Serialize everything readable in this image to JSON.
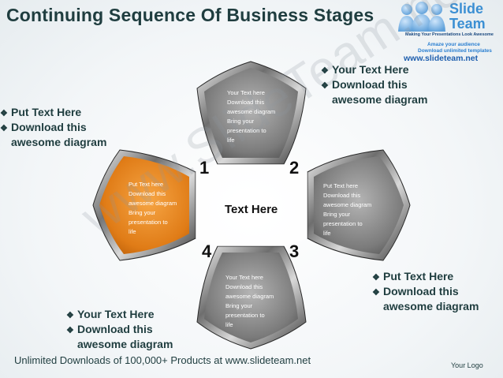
{
  "title": "Continuing Sequence Of Business Stages",
  "logo": {
    "brand_line1": "Slide",
    "brand_line2": "Team",
    "tagline": "Making Your Presentations Look Awesome",
    "promo1": "Amaze your audience",
    "promo2": "Download unlimited templates",
    "site": "www.slideteam.net"
  },
  "callouts": {
    "top_right": {
      "b1": "Your Text Here",
      "b2": "Download this",
      "cont": "awesome diagram"
    },
    "left": {
      "b1": "Put Text Here",
      "b2": "Download this",
      "cont": "awesome diagram"
    },
    "right": {
      "b1": "Put Text Here",
      "b2": "Download this",
      "cont": "awesome diagram"
    },
    "bottom_left": {
      "b1": "Your Text Here",
      "b2": "Download this",
      "cont": "awesome diagram"
    }
  },
  "stages": {
    "top": {
      "l1": "Your Text here",
      "l2": "Download this",
      "l3": "awesome diagram",
      "l4": "Bring your",
      "l5": "presentation to",
      "l6": "life"
    },
    "left": {
      "l1": "Put Text here",
      "l2": "Download this",
      "l3": "awesome diagram",
      "l4": "Bring your",
      "l5": "presentation to",
      "l6": "life"
    },
    "right": {
      "l1": "Put Text here",
      "l2": "Download this",
      "l3": "awesome diagram",
      "l4": "Bring your",
      "l5": "presentation to",
      "l6": "life"
    },
    "bottom": {
      "l1": "Your Text here",
      "l2": "Download this",
      "l3": "awesome diagram",
      "l4": "Bring your",
      "l5": "presentation to",
      "l6": "life"
    }
  },
  "numbers": {
    "n1": "1",
    "n2": "2",
    "n3": "3",
    "n4": "4"
  },
  "center_text": "Text Here",
  "watermark": "www.SlideTeam.net",
  "footer": "Unlimited Downloads of 100,000+ Products at www.slideteam.net",
  "your_logo": "Your Logo",
  "colors": {
    "orange": "#e8821e",
    "grey": "#8a8a8a",
    "title": "#1f3d3f",
    "brand": "#3b8fd3"
  }
}
